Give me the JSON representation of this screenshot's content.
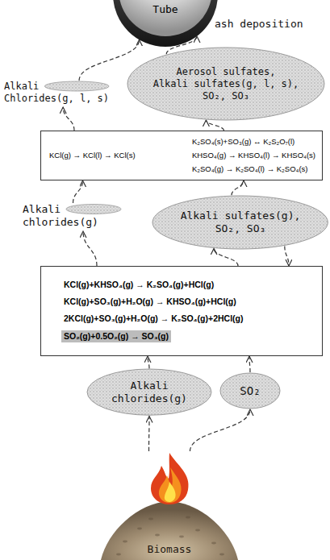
{
  "diagram": {
    "nodes": [
      {
        "text": [
          "Tube"
        ]
      },
      {
        "text": [
          "Alkali Chlorides(g, l, s)"
        ]
      },
      {
        "text": [
          "Aerosol sulfates,",
          "Alkali sulfates(g, l, s),",
          "SO₂, SO₃"
        ]
      },
      {
        "text": [
          "KCl(g) → KCl(l) → KCl(s)",
          "K₂SO₄(s)+SO₃(g) ↔ K₂S₂O₇(l)",
          "KHSO₄(g) → KHSO₄(l) → KHSO₄(s)",
          "K₂SO₄(g) → K₂SO₄(l) → K₂SO₄(s)"
        ]
      },
      {
        "text": [
          "Alkali chlorides(g)"
        ]
      },
      {
        "text": [
          "Alkali sulfates(g), SO₂, SO₃"
        ]
      },
      {
        "text": [
          "KCl(g)+KHSO₄(g) → K₂SO₄(g)+HCl(g)",
          "KCl(g)+SO₃(g)+H₂O(g) → KHSO₄(g)+HCl(g)",
          "2KCl(g)+SO₃(g)+H₂O(g) → K₂SO₄(g)+2HCl(g)",
          "SO₂(g)+0.5O₂(g) → SO₃(g)"
        ]
      },
      {
        "text": [
          "Alkali chlorides(g)"
        ]
      },
      {
        "text": [
          "SO₂"
        ]
      },
      {
        "text": [
          "Biomass"
        ]
      }
    ],
    "edges": [
      {
        "from": 9,
        "to": 7,
        "arrow": "to"
      },
      {
        "from": 9,
        "to": 8,
        "arrow": "to"
      },
      {
        "from": 7,
        "to": 6,
        "arrow": "to"
      },
      {
        "from": 8,
        "to": 6,
        "arrow": "to"
      },
      {
        "from": 6,
        "to": 4,
        "arrow": "to"
      },
      {
        "from": 6,
        "to": 5,
        "arrow": "to"
      },
      {
        "from": 5,
        "to": 6,
        "arrow": "to"
      },
      {
        "from": 4,
        "to": 3,
        "arrow": "to"
      },
      {
        "from": 5,
        "to": 3,
        "arrow": "to"
      },
      {
        "from": 3,
        "to": 1,
        "arrow": "to"
      },
      {
        "from": 3,
        "to": 2,
        "arrow": "to"
      },
      {
        "from": 1,
        "to": 0,
        "arrow": "to"
      },
      {
        "from": 2,
        "to": 0,
        "arrow": "to"
      }
    ],
    "labels": [
      "ash deposition"
    ]
  }
}
